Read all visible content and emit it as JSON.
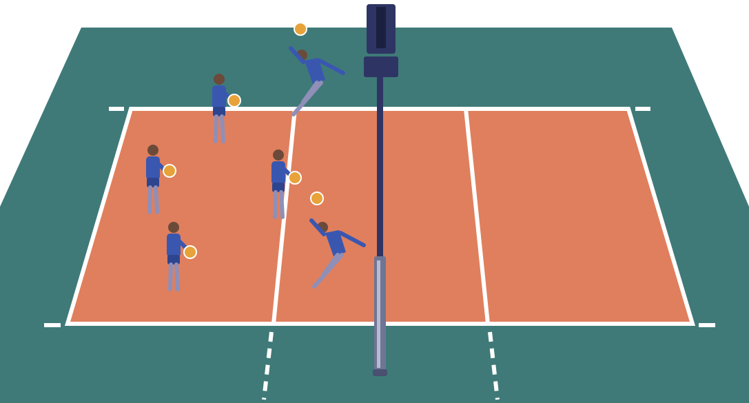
{
  "scene": {
    "surround_color": "#3f7a78",
    "court_color": "#e07f5d",
    "line_color": "#ffffff",
    "jersey_color": "#3a57b0",
    "skin_color": "#6b4a3a",
    "ball_color": "#e8a23a",
    "post_color": "#2e3564",
    "players": [
      {
        "name": "player-back-left-1",
        "pose": "standing"
      },
      {
        "name": "player-back-left-2",
        "pose": "standing"
      },
      {
        "name": "player-back-left-3",
        "pose": "standing"
      },
      {
        "name": "player-mid",
        "pose": "standing"
      },
      {
        "name": "player-jumping-top",
        "pose": "jumping"
      },
      {
        "name": "player-jumping-bottom",
        "pose": "jumping"
      }
    ]
  }
}
